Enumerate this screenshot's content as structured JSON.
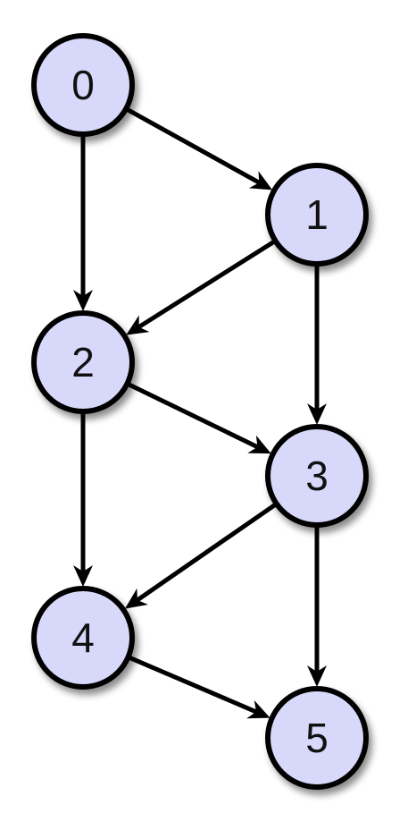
{
  "graph": {
    "style": {
      "node_fill": "#d8d8fb",
      "node_stroke": "#000000",
      "edge_color": "#000000"
    },
    "nodes": [
      {
        "id": "0",
        "label": "0"
      },
      {
        "id": "1",
        "label": "1"
      },
      {
        "id": "2",
        "label": "2"
      },
      {
        "id": "3",
        "label": "3"
      },
      {
        "id": "4",
        "label": "4"
      },
      {
        "id": "5",
        "label": "5"
      }
    ],
    "edges": [
      {
        "from": "0",
        "to": "1"
      },
      {
        "from": "0",
        "to": "2"
      },
      {
        "from": "1",
        "to": "2"
      },
      {
        "from": "1",
        "to": "3"
      },
      {
        "from": "2",
        "to": "3"
      },
      {
        "from": "2",
        "to": "4"
      },
      {
        "from": "3",
        "to": "4"
      },
      {
        "from": "3",
        "to": "5"
      },
      {
        "from": "4",
        "to": "5"
      }
    ]
  }
}
